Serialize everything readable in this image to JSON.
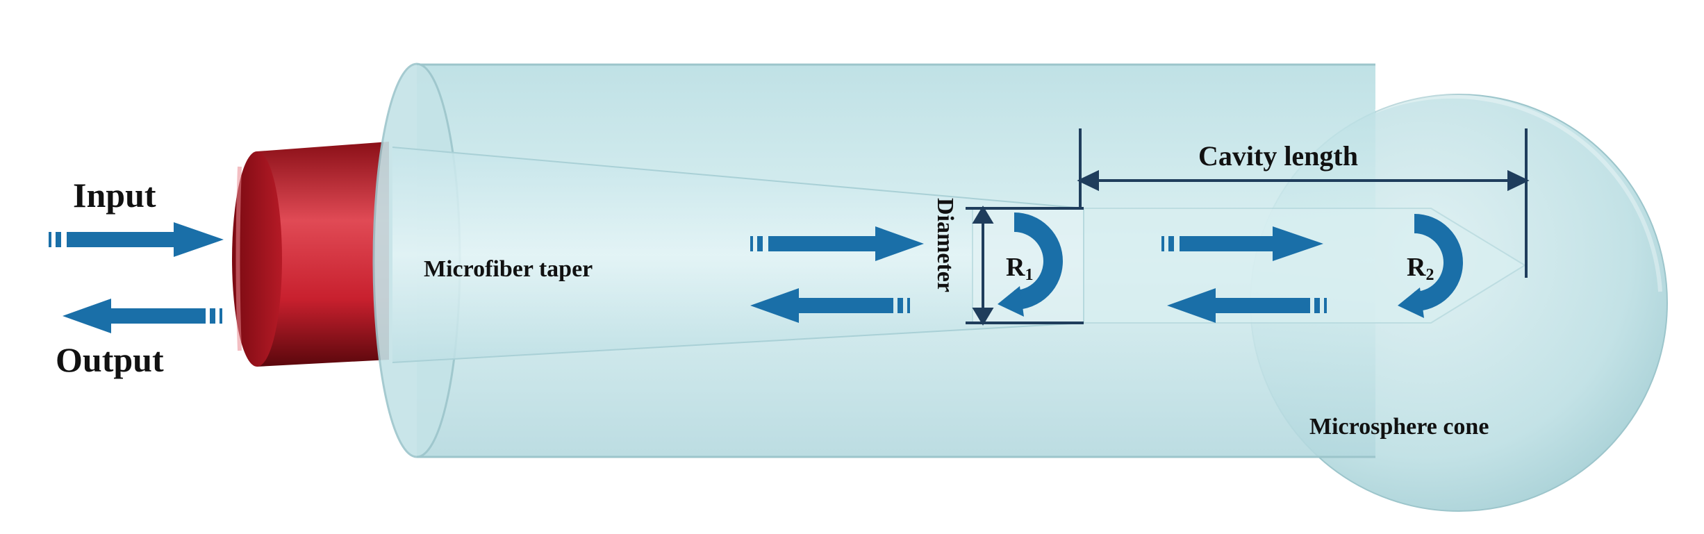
{
  "labels": {
    "input": "Input",
    "output": "Output",
    "microfiber_taper": "Microfiber taper",
    "diameter": "Diameter",
    "cavity_length": "Cavity length",
    "r1": {
      "main": "R",
      "sub": "1"
    },
    "r2": {
      "main": "R",
      "sub": "2"
    },
    "microsphere_cone": "Microsphere cone"
  },
  "colors": {
    "arrow": "#1a6fa8",
    "fiber_core": "#c8202e",
    "glass_fill": "#cfe9ec",
    "glass_edge": "#9cc5cb",
    "dimension_line": "#1f3d5c"
  }
}
